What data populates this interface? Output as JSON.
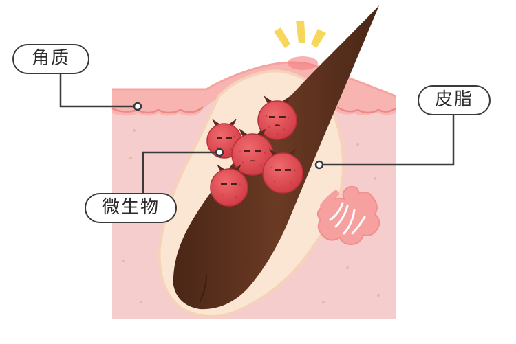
{
  "labels": {
    "keratin": "角质",
    "sebum": "皮脂",
    "microbe": "微生物"
  },
  "icons": [
    "microbe-icon",
    "hair-shaft",
    "sebaceous-gland",
    "burst-mark"
  ],
  "colors": {
    "skin": "#f6cdcd",
    "skin_deep": "#f2b8b8",
    "epidermis": "#f7a5a5",
    "follicle": "#fbe6d3",
    "hair": "#5a3020",
    "microbe": "#e04f55",
    "burst": "#f7d65c",
    "outline": "#3a3a3a"
  }
}
